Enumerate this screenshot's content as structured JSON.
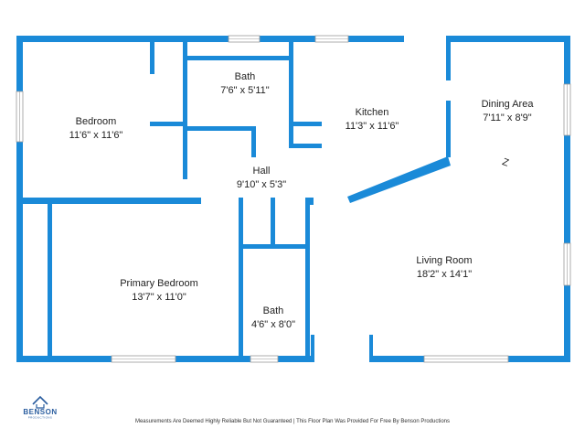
{
  "colors": {
    "wall": "#1a8ad8",
    "window": "#ffffff",
    "window_line": "#9a9a9a",
    "label": "#222222",
    "brand": "#2a5d9f"
  },
  "rooms": [
    {
      "name": "Bedroom",
      "size": "11'6\" x 11'6\""
    },
    {
      "name": "Bath",
      "size": "7'6\" x 5'11\""
    },
    {
      "name": "Kitchen",
      "size": "11'3\" x 11'6\""
    },
    {
      "name": "Dining Area",
      "size": "7'11\" x 8'9\""
    },
    {
      "name": "Hall",
      "size": "9'10\" x 5'3\""
    },
    {
      "name": "Primary Bedroom",
      "size": "13'7\" x 11'0\""
    },
    {
      "name": "Living Room",
      "size": "18'2\" x 14'1\""
    },
    {
      "name": "Bath",
      "size": "4'6\" x 8'0\""
    }
  ],
  "compass_glyph": "Z",
  "logo": {
    "icon": "house-roof-icon",
    "name": "BENSON",
    "tagline": "PRODUCTIONS"
  },
  "footer": "Measurements Are Deemed Highly Reliable But Not Guaranteed | This Floor Plan Was Provided For Free By Benson Productions"
}
